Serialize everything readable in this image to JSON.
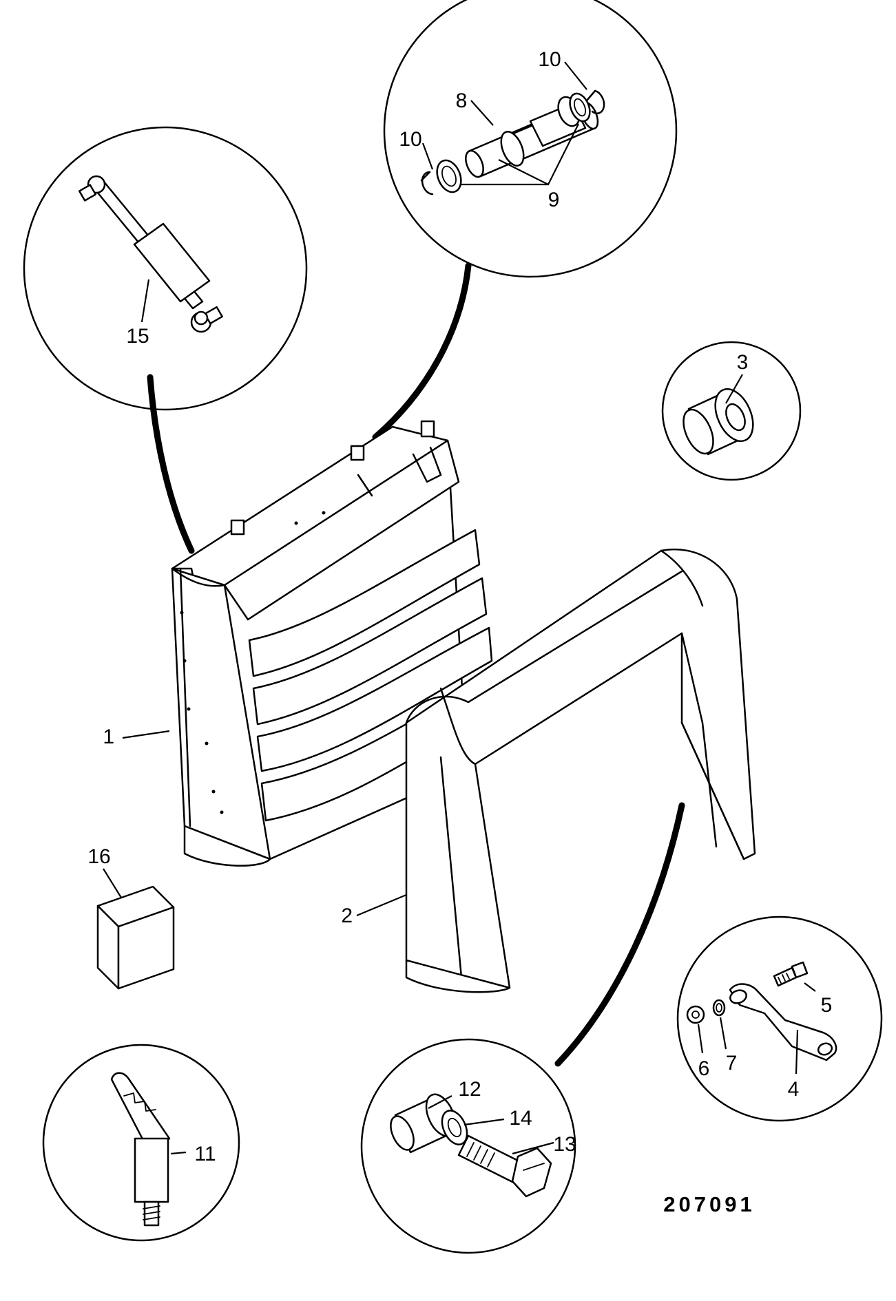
{
  "drawing_number": "207091",
  "callouts": [
    {
      "id": "c1",
      "text": "1"
    },
    {
      "id": "c2",
      "text": "2"
    },
    {
      "id": "c3",
      "text": "3"
    },
    {
      "id": "c4",
      "text": "4"
    },
    {
      "id": "c5",
      "text": "5"
    },
    {
      "id": "c6",
      "text": "6"
    },
    {
      "id": "c7",
      "text": "7"
    },
    {
      "id": "c8",
      "text": "8"
    },
    {
      "id": "c9",
      "text": "9"
    },
    {
      "id": "c10a",
      "text": "10"
    },
    {
      "id": "c10b",
      "text": "10"
    },
    {
      "id": "c11",
      "text": "11"
    },
    {
      "id": "c12",
      "text": "12"
    },
    {
      "id": "c13",
      "text": "13"
    },
    {
      "id": "c14",
      "text": "14"
    },
    {
      "id": "c15",
      "text": "15"
    },
    {
      "id": "c16",
      "text": "16"
    }
  ]
}
